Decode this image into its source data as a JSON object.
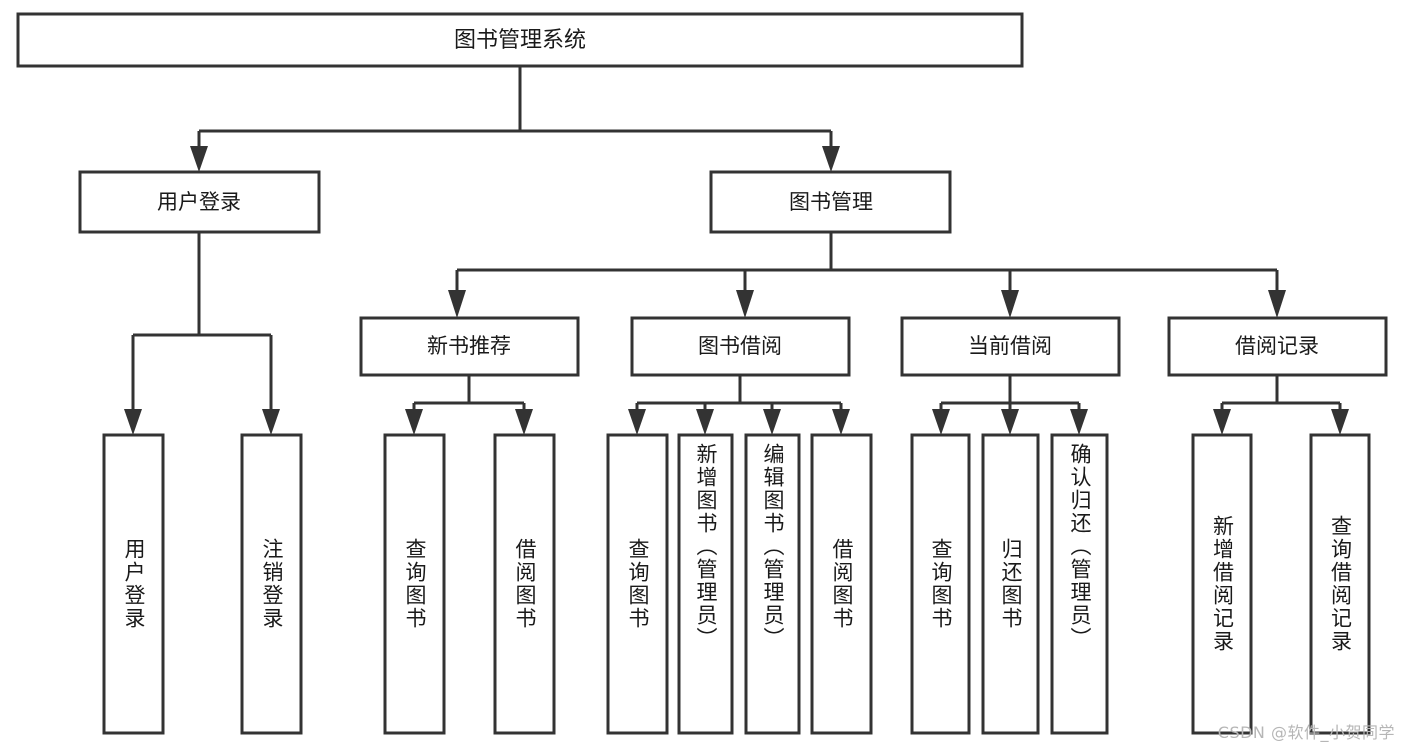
{
  "diagram": {
    "type": "tree",
    "title": "图书管理系统",
    "orientation": "top-down",
    "colors": {
      "stroke": "#333333",
      "box_fill": "#ffffff",
      "text": "#1a1a1a",
      "background": "#ffffff",
      "watermark": "#b6b6b6"
    },
    "root": {
      "label": "图书管理系统"
    },
    "level2": [
      {
        "label": "用户登录"
      },
      {
        "label": "图书管理"
      }
    ],
    "level3": [
      {
        "label": "新书推荐"
      },
      {
        "label": "图书借阅"
      },
      {
        "label": "当前借阅"
      },
      {
        "label": "借阅记录"
      }
    ],
    "leaves": {
      "user_login": [
        {
          "label": "用户登录"
        },
        {
          "label": "注销登录"
        }
      ],
      "new_book_recommend": [
        {
          "label": "查询图书"
        },
        {
          "label": "借阅图书"
        }
      ],
      "book_borrow": [
        {
          "label": "查询图书"
        },
        {
          "label": "新增图书（管理员）"
        },
        {
          "label": "编辑图书（管理员）"
        },
        {
          "label": "借阅图书"
        }
      ],
      "current_borrow": [
        {
          "label": "查询图书"
        },
        {
          "label": "归还图书"
        },
        {
          "label": "确认归还（管理员）"
        }
      ],
      "borrow_record": [
        {
          "label": "新增借阅记录"
        },
        {
          "label": "查询借阅记录"
        }
      ]
    }
  },
  "watermark": {
    "text": "CSDN @软件_小贺同学"
  }
}
